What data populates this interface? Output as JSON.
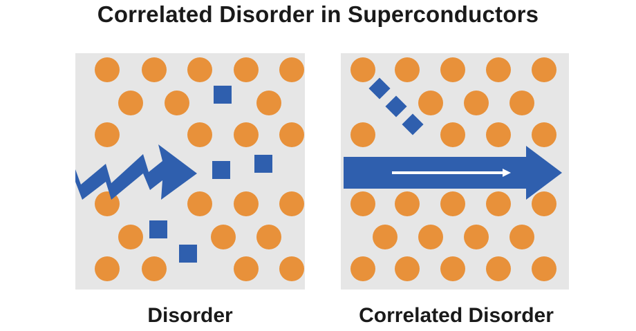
{
  "title": "Correlated Disorder in Superconductors",
  "panels": {
    "left": {
      "caption": "Disorder"
    },
    "right": {
      "caption": "Correlated Disorder"
    }
  },
  "colors": {
    "atom": "#E8913A",
    "defect": "#2F5FAE",
    "arrow": "#2F5FAE",
    "panel_background": "#E6E6E6",
    "inner_arrow": "#FFFFFF"
  },
  "icons": {
    "atom": "orange-circle",
    "defect": "blue-square",
    "left_flow": "zigzag-arrow",
    "right_flow": "straight-arrow"
  }
}
